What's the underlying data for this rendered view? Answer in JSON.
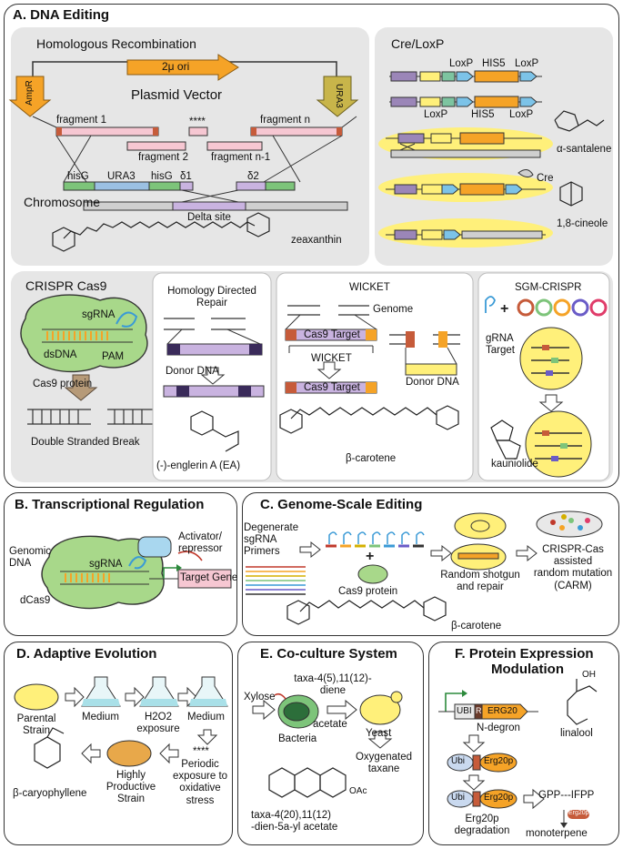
{
  "panels": {
    "a": {
      "title": "A. DNA Editing"
    },
    "b": {
      "title": "B. Transcriptional Regulation"
    },
    "c": {
      "title": "C. Genome-Scale Editing"
    },
    "d": {
      "title": "D. Adaptive Evolution"
    },
    "e": {
      "title": "E. Co-culture System"
    },
    "f": {
      "title": "F. Protein Expression Modulation",
      "title_line1": "F. Protein Expression",
      "title_line2": "Modulation"
    }
  },
  "hr": {
    "title": "Homologous Recombination",
    "ori": "2μ ori",
    "ampr": "AmpR",
    "ura3_marker": "URA3",
    "plasmid": "Plasmid Vector",
    "fragment1": "fragment 1",
    "fragment2": "fragment 2",
    "dots": "****",
    "fragment_n1": "fragment n-1",
    "fragment_n": "fragment n",
    "hisg1": "hisG",
    "ura3": "URA3",
    "hisg2": "hisG",
    "delta1": "δ1",
    "delta2": "δ2",
    "chromosome": "Chromosome",
    "delta_site": "Delta site",
    "product": "zeaxanthin"
  },
  "cre": {
    "title": "Cre/LoxP",
    "loxp1": "LoxP",
    "his5a": "HIS5",
    "loxp2": "LoxP",
    "loxp3": "LoxP",
    "his5b": "HIS5",
    "loxp4": "LoxP",
    "cre": "Cre",
    "product1": "α-santalene",
    "product2": "1,8-cineole"
  },
  "crispr": {
    "title": "CRISPR Cas9",
    "sgrna": "sgRNA",
    "dsdna": "dsDNA",
    "pam": "PAM",
    "cas9": "Cas9 protein",
    "dsb": "Double Stranded Break"
  },
  "hdr": {
    "title_line1": "Homology Directed",
    "title_line2": "Repair",
    "donor": "Donor DNA",
    "product": "(-)-englerin A (EA)"
  },
  "wicket": {
    "title": "WICKET",
    "genome": "Genome",
    "target1": "Cas9 Target",
    "wicket": "WICKET",
    "target2": "Cas9 Target",
    "donor": "Donor DNA",
    "product": "β-carotene"
  },
  "sgm": {
    "title": "SGM-CRISPR",
    "grna_line1": "gRNA",
    "grna_line2": "Target",
    "product": "kauniolide"
  },
  "b": {
    "genomic_line1": "Genomic",
    "genomic_line2": "DNA",
    "sgrna": "sgRNA",
    "activator_line1": "Activator/",
    "activator_line2": "repressor",
    "target": "Target Gene",
    "dcas9": "dCas9"
  },
  "c": {
    "degenerate_line1": "Degenerate",
    "degenerate_line2": "sgRNA",
    "degenerate_line3": "Primers",
    "cas9": "Cas9 protein",
    "random_line1": "Random shotgun",
    "random_line2": "and repair",
    "carm_line1": "CRISPR-Cas",
    "carm_line2": "assisted",
    "carm_line3": "random mutation",
    "carm_line4": "(CARM)",
    "product": "β-carotene"
  },
  "d": {
    "parental_line1": "Parental",
    "parental_line2": "Strain",
    "medium1": "Medium",
    "h2o2_line1": "H2O2",
    "h2o2_line2": "exposure",
    "medium2": "Medium",
    "dots": "****",
    "periodic_line1": "Periodic",
    "periodic_line2": "exposure to",
    "periodic_line3": "oxidative",
    "periodic_line4": "stress",
    "highly_line1": "Highly",
    "highly_line2": "Productive",
    "highly_line3": "Strain",
    "product": "β-caryophyllene"
  },
  "e": {
    "xylose": "Xylose",
    "taxa_line1": "taxa-4(5),11(12)-",
    "taxa_line2": "diene",
    "acetate": "acetate",
    "bacteria": "Bacteria",
    "yeast": "Yeast",
    "oxy_line1": "Oxygenated",
    "oxy_line2": "taxane",
    "oac": "OAc",
    "product_line1": "taxa-4(20),11(12)",
    "product_line2": "-dien-5a-yl acetate"
  },
  "f": {
    "ubi": "UBI",
    "r": "R",
    "erg20": "ERG20",
    "ndegron": "N-degron",
    "linalool": "linalool",
    "oh": "OH",
    "ubi2": "Ubi",
    "erg20p": "Erg20p",
    "ubi3": "Ubi",
    "erg20p2": "Erg20p",
    "gpp": "GPP---IFPP",
    "erg20p_small": "Erg20p",
    "degr_line1": "Erg20p",
    "degr_line2": "degradation",
    "monoterpene": "monoterpene"
  },
  "colors": {
    "orange": "#f5a327",
    "lightorange": "#fbd79e",
    "pink": "#f6c7d2",
    "lavender": "#c9b3e0",
    "green": "#7dc47a",
    "blue": "#7cc3e8",
    "yellow": "#fff07a",
    "brown": "#c65b3a",
    "grey": "#e6e6e6"
  }
}
